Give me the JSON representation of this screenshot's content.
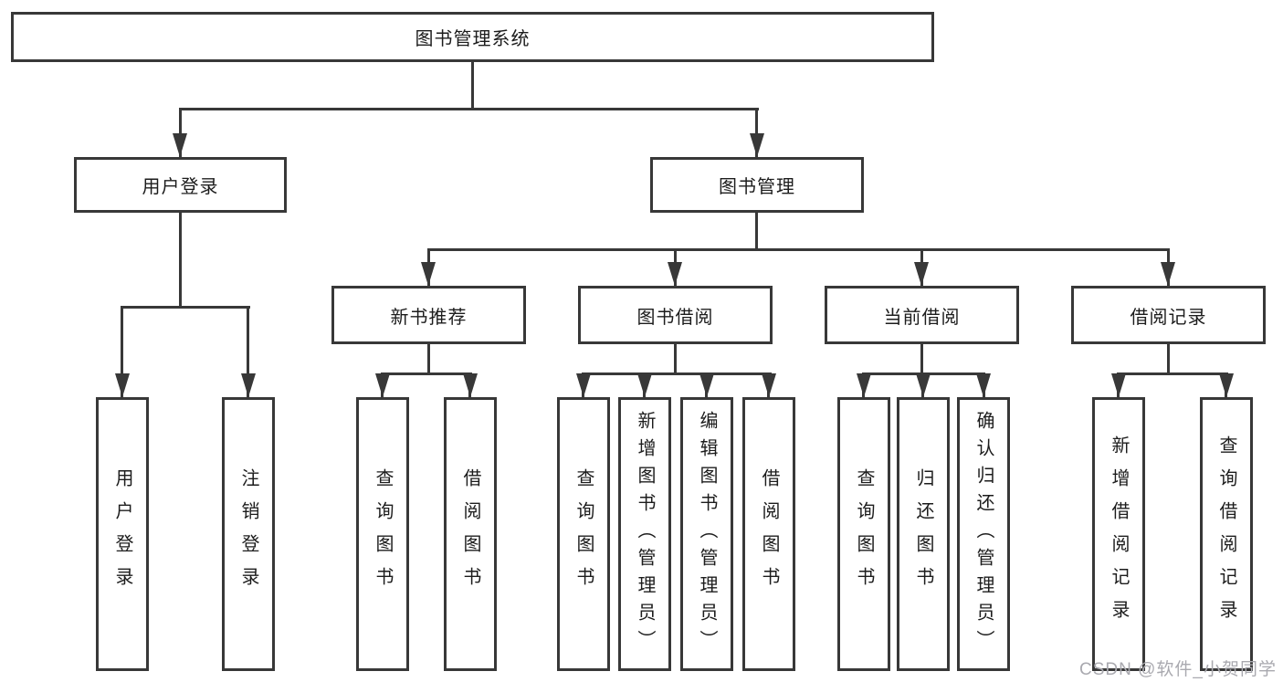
{
  "title": "图书管理系统",
  "tree": {
    "root": {
      "label": "图书管理系统"
    },
    "branches": [
      {
        "label": "用户登录",
        "children": [
          {
            "label": "用户登录"
          },
          {
            "label": "注销登录"
          }
        ]
      },
      {
        "label": "图书管理",
        "children": [
          {
            "label": "新书推荐",
            "children": [
              {
                "label": "查询图书"
              },
              {
                "label": "借阅图书"
              }
            ]
          },
          {
            "label": "图书借阅",
            "children": [
              {
                "label": "查询图书"
              },
              {
                "label": "新增图书（管理员）"
              },
              {
                "label": "编辑图书（管理员）"
              },
              {
                "label": "借阅图书"
              }
            ]
          },
          {
            "label": "当前借阅",
            "children": [
              {
                "label": "查询图书"
              },
              {
                "label": "归还图书"
              },
              {
                "label": "确认归还（管理员）"
              }
            ]
          },
          {
            "label": "借阅记录",
            "children": [
              {
                "label": "新增借阅记录"
              },
              {
                "label": "查询借阅记录"
              }
            ]
          }
        ]
      }
    ]
  },
  "watermark": {
    "text": "CSDN @软件_小贺同学"
  },
  "colors": {
    "line": "#383838",
    "text": "#1c1c1c",
    "background": "#ffffff",
    "watermark": "#a9a9af"
  }
}
